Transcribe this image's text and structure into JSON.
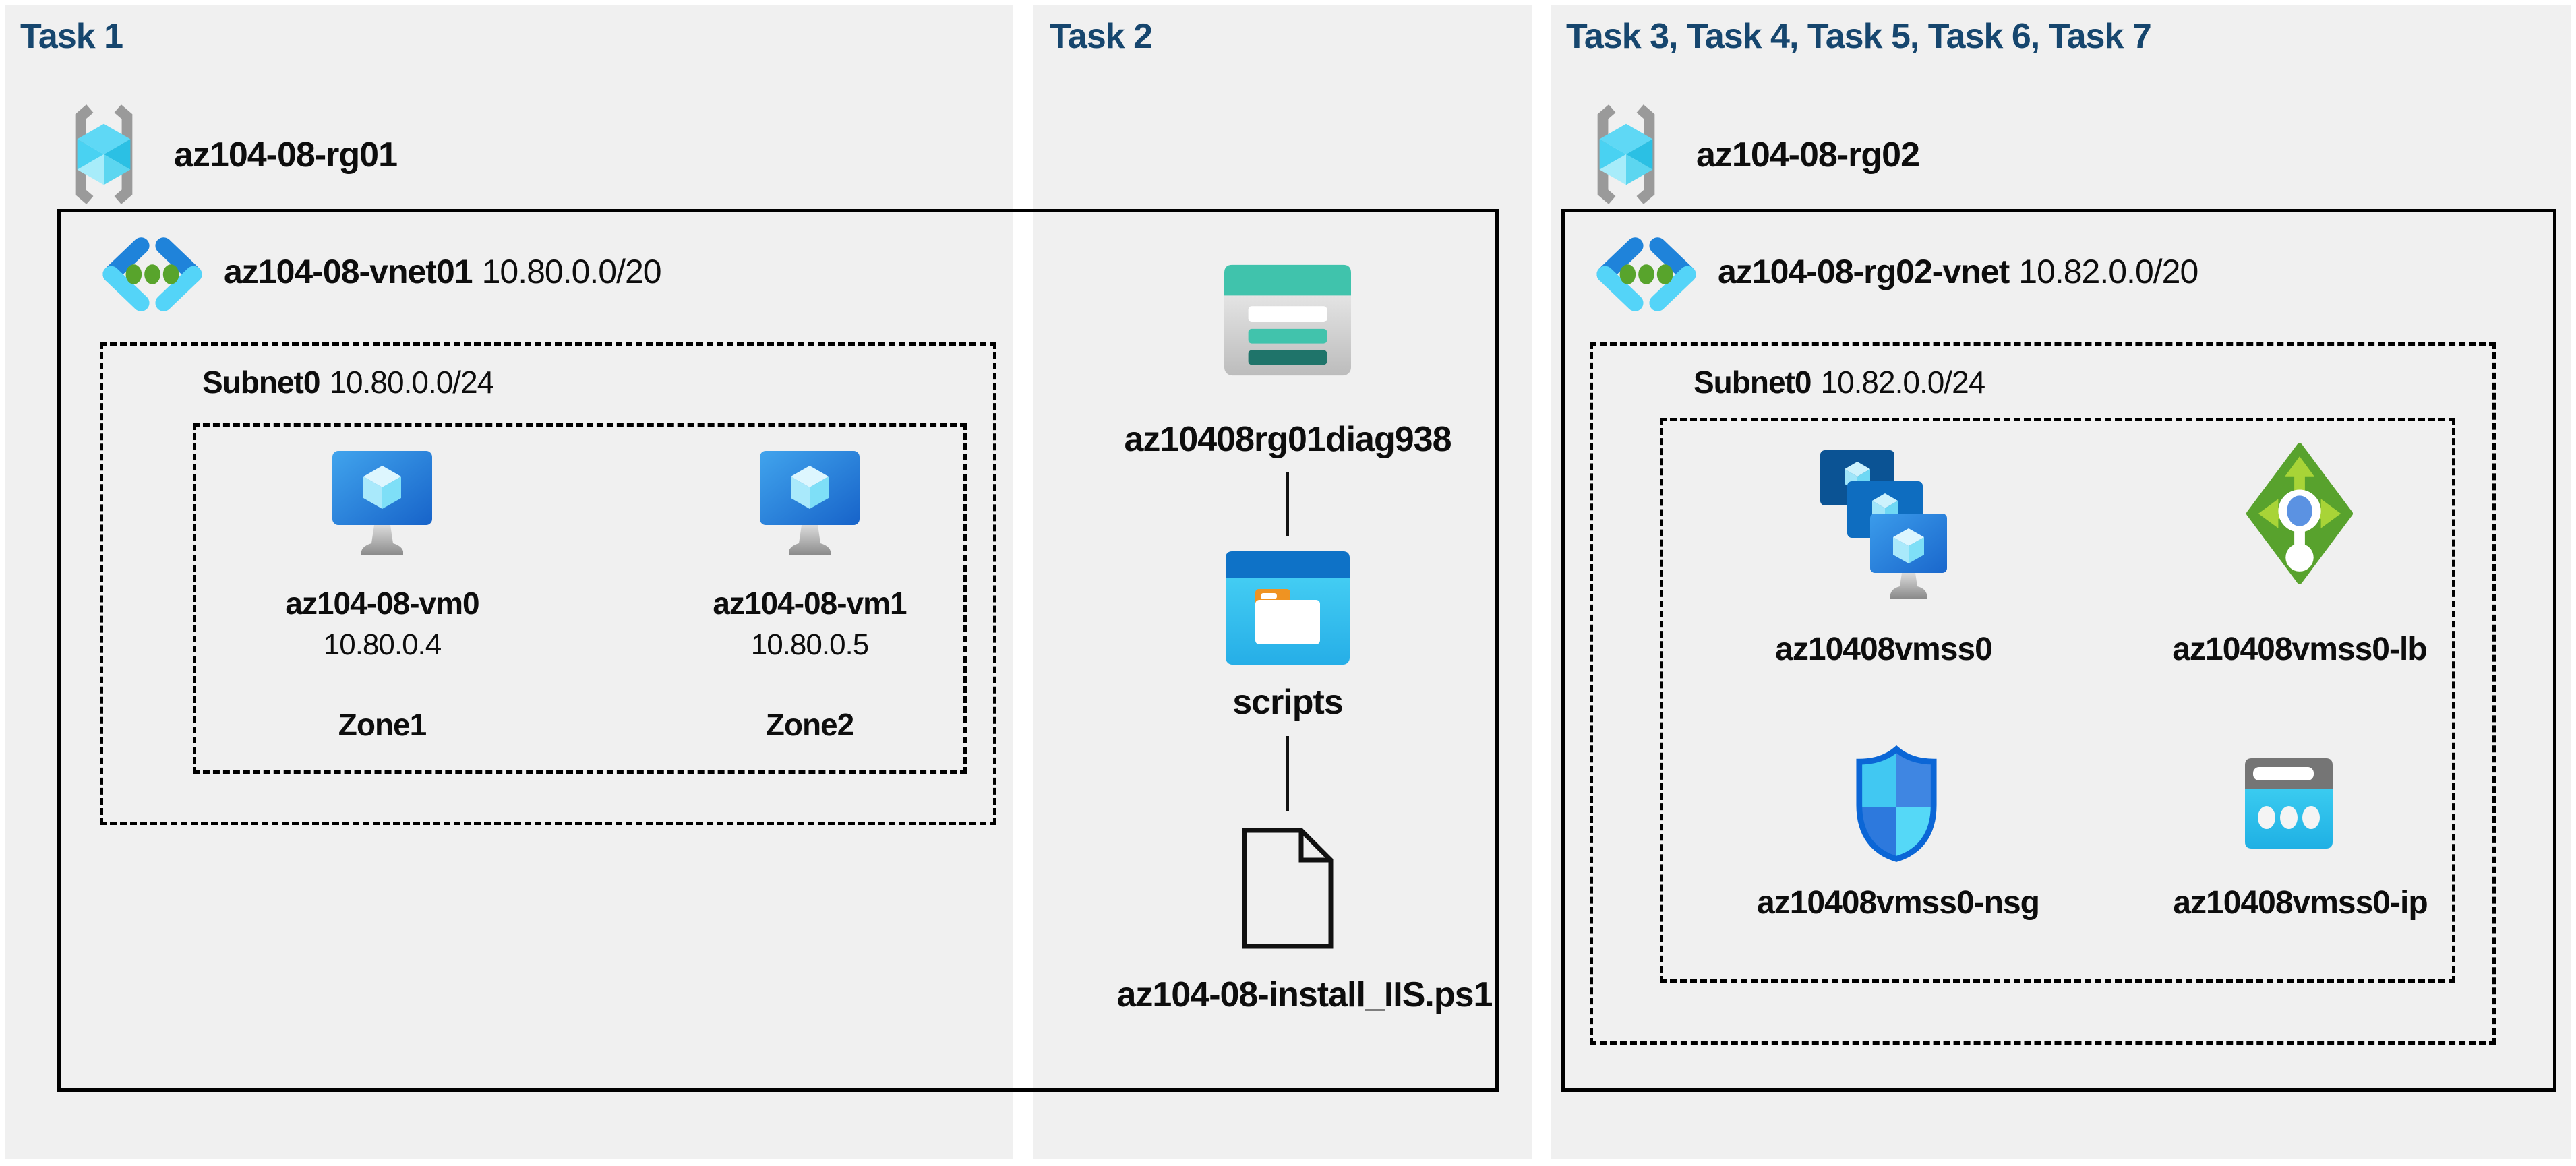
{
  "panels": {
    "task1": {
      "title": "Task 1",
      "rg_name": "az104-08-rg01",
      "vnet_name": "az104-08-vnet01",
      "vnet_cidr": "10.80.0.0/20",
      "subnet_name": "Subnet0",
      "subnet_cidr": "10.80.0.0/24",
      "vm0": {
        "name": "az104-08-vm0",
        "ip": "10.80.0.4",
        "zone": "Zone1"
      },
      "vm1": {
        "name": "az104-08-vm1",
        "ip": "10.80.0.5",
        "zone": "Zone2"
      }
    },
    "task2": {
      "title": "Task 2",
      "storage_account": "az10408rg01diag938",
      "container": "scripts",
      "script_file": "az104-08-install_IIS.ps1"
    },
    "task3": {
      "title": "Task 3, Task 4, Task 5, Task 6, Task 7",
      "rg_name": "az104-08-rg02",
      "vnet_name": "az104-08-rg02-vnet",
      "vnet_cidr": "10.82.0.0/20",
      "subnet_name": "Subnet0",
      "subnet_cidr": "10.82.0.0/24",
      "vmss_name": "az10408vmss0",
      "lb_name": "az10408vmss0-lb",
      "nsg_name": "az10408vmss0-nsg",
      "ip_name": "az10408vmss0-ip"
    }
  },
  "icons": {
    "resource-group-icon": "gray-brackets-cyan-cube",
    "virtual-network-icon": "blue-chevrons-green-dots",
    "virtual-machine-icon": "blue-monitor-with-cube",
    "vm-scale-set-icon": "three-stacked-blue-monitors",
    "load-balancer-icon": "green-diamond-with-arrows",
    "nsg-icon": "blue-quartered-shield",
    "public-ip-icon": "cyan-panel-with-dots",
    "storage-account-icon": "teal-table",
    "blob-container-icon": "blue-window-with-folder",
    "ps1-file-icon": "document-outline"
  },
  "colors": {
    "page_bg": "#ffffff",
    "panel_bg": "#f0f0f0",
    "title_navy": "#16466e",
    "text_black": "#111111",
    "border_black": "#000000",
    "azure_blue": "#1f83da",
    "azure_cyan": "#54d4f8",
    "dot_green": "#58a42c",
    "lb_green": "#5aa52e",
    "teal": "#41c3ac",
    "folder_orange": "#ef9322",
    "bracket_gray": "#9a9a9a"
  }
}
